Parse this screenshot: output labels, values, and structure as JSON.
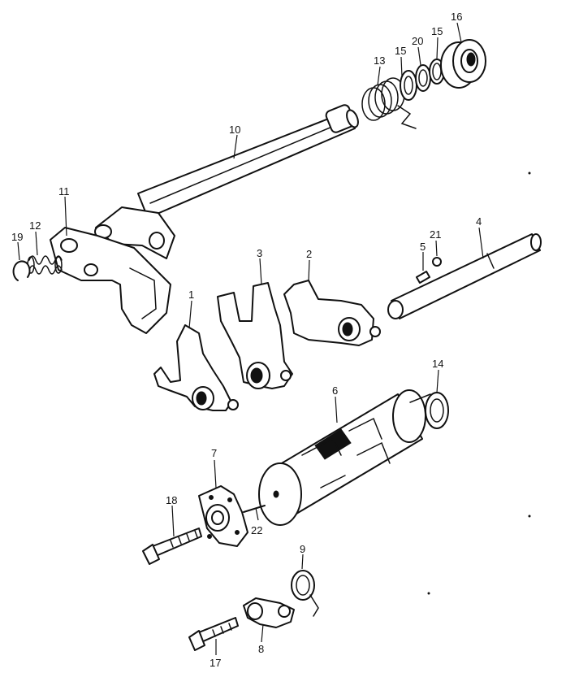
{
  "diagram": {
    "callouts": {
      "p1": "1",
      "p2": "2",
      "p3": "3",
      "p4": "4",
      "p5": "5",
      "p6": "6",
      "p7": "7",
      "p8": "8",
      "p9": "9",
      "p10": "10",
      "p11": "11",
      "p12": "12",
      "p13": "13",
      "p14": "14",
      "p15a": "15",
      "p15b": "15",
      "p16": "16",
      "p17": "17",
      "p18": "18",
      "p19": "19",
      "p20": "20",
      "p21": "21",
      "p22": "22"
    }
  }
}
